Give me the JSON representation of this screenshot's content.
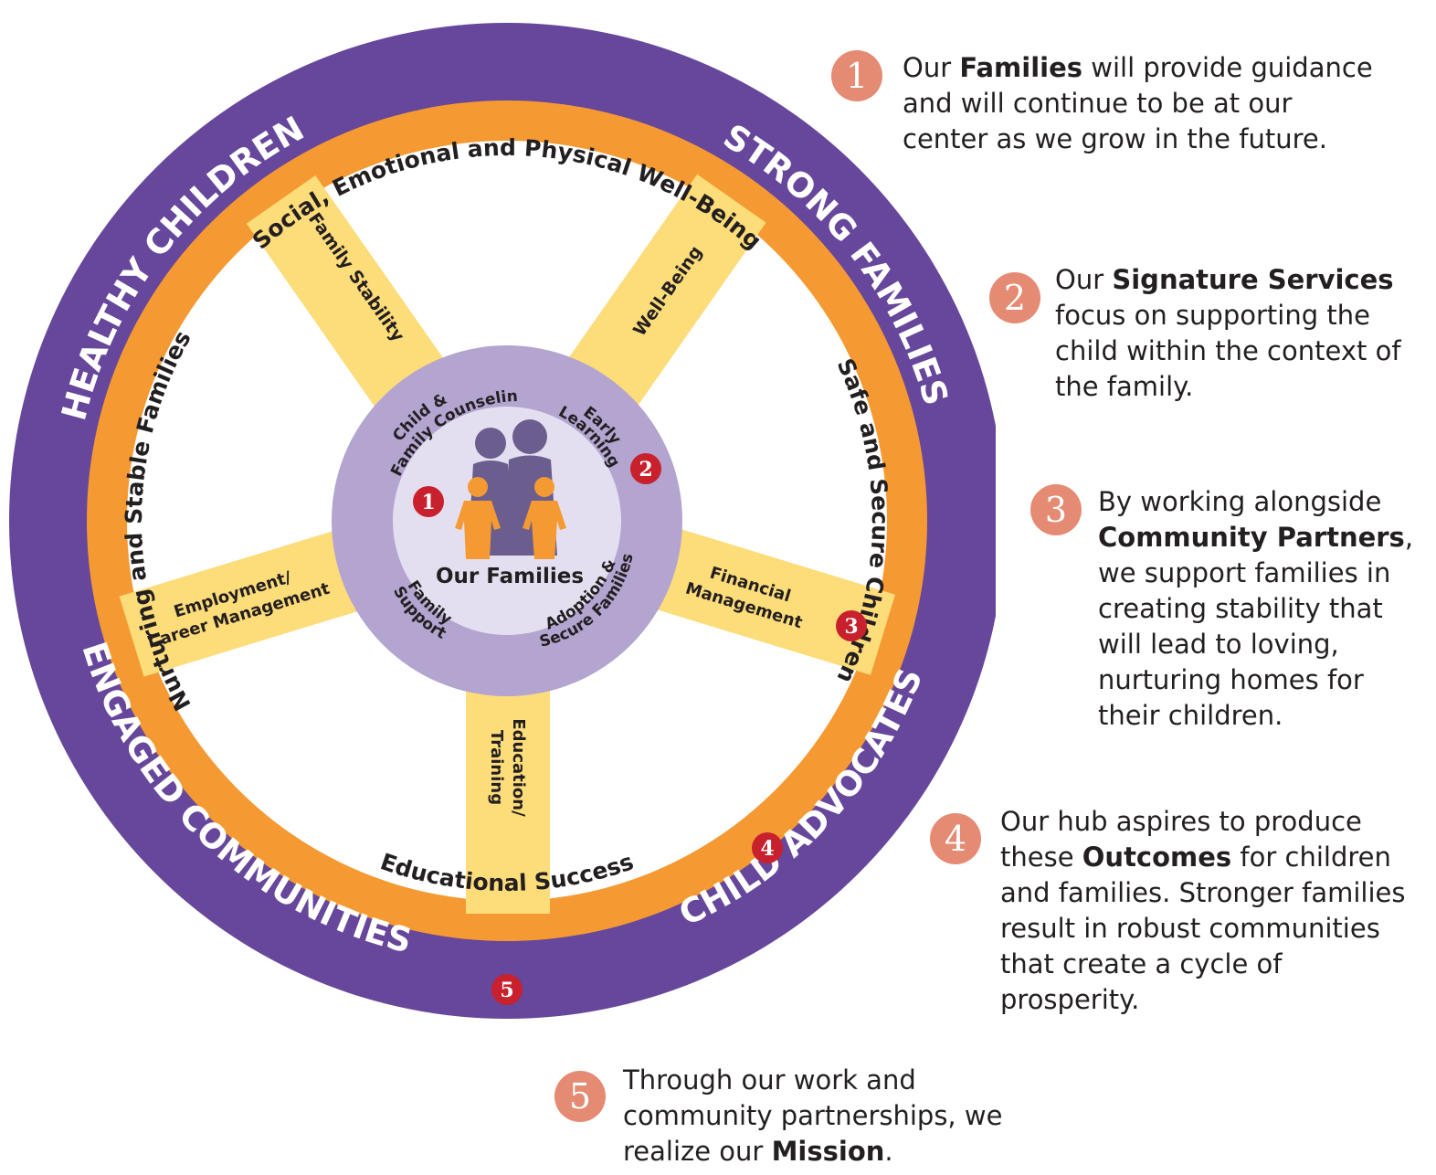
{
  "wheel": {
    "outer_ring": {
      "healthy_children": "HEALTHY CHILDREN",
      "strong_families": "STRONG FAMILIES",
      "child_advocates": "CHILD ADVOCATES",
      "engaged_communities": "ENGAGED COMMUNITIES"
    },
    "middle_ring": {
      "well_being": "Social, Emotional and Physical Well-Being",
      "safe_secure": "Safe and Secure Children",
      "educational_success": "Educational Success",
      "nurturing_stable": "Nurturing and Stable Families"
    },
    "spokes": {
      "family_stability": "Family Stability",
      "well_being": "Well-Being",
      "financial_line1": "Financial",
      "financial_line2": "Management",
      "education_line1": "Education/",
      "education_line2": "Training",
      "employment_line1": "Employment/",
      "employment_line2": "Career Management"
    },
    "hub": {
      "child_family_line1": "Child &",
      "child_family_line2": "Family Counseling",
      "early_line1": "Early",
      "early_line2": "Learning",
      "adoption_line1": "Adoption &",
      "adoption_line2": "Secure Families",
      "family_support_line1": "Family",
      "family_support_line2": "Support",
      "center_label": "Our Families"
    },
    "markers": [
      "1",
      "2",
      "3",
      "4",
      "5"
    ]
  },
  "notes": [
    {
      "number": "1",
      "pre": "Our ",
      "bold": "Families",
      "post": " will provide guidance and will continue to be at our center as we grow in the future."
    },
    {
      "number": "2",
      "pre": "Our ",
      "bold": "Signature Services",
      "post": " focus on supporting the child within the context of the family."
    },
    {
      "number": "3",
      "pre": "By working alongside ",
      "bold": "Community Partners",
      "post": ", we support families in creating stability that will lead to loving, nurturing homes for their children."
    },
    {
      "number": "4",
      "pre": "Our hub aspires to produce these ",
      "bold": "Outcomes",
      "post": " for children and families. Stronger families result in robust communities that create a cycle of prosperity."
    },
    {
      "number": "5",
      "pre": "Through our work and community partnerships, we realize our ",
      "bold": "Mission",
      "post": "."
    }
  ],
  "colors": {
    "outer_ring": "#66479b",
    "middle_ring": "#f59a33",
    "spoke": "#fddc7a",
    "hub_ring": "#b3a4d0",
    "hub_center": "#e4dff0",
    "adult": "#6b5e8e",
    "child": "#f59a33",
    "marker_red": "#c8202c",
    "note_number": "#e58a73"
  }
}
